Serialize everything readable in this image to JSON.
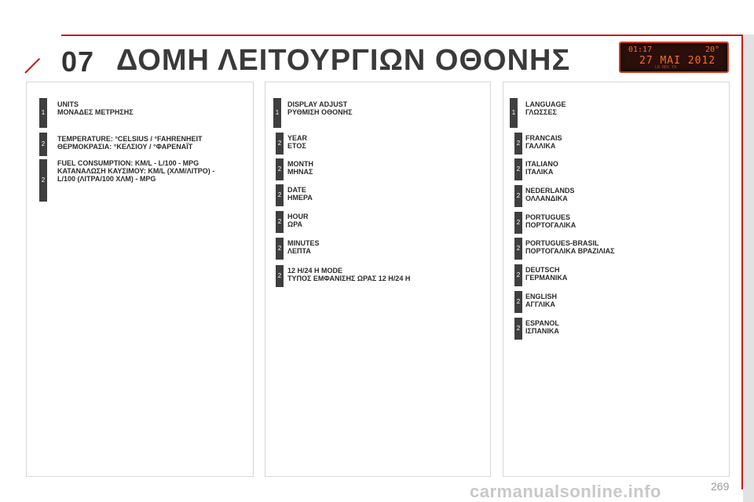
{
  "header": {
    "chapter": "07",
    "title": "ΔΟΜΗ ΛΕΙΤΟΥΡΓΙΩΝ ΟΘΟΝΗΣ",
    "display": {
      "time": "01:17",
      "temp": "20°",
      "date": "27 MAI 2012",
      "small": "LB  RDS TA"
    }
  },
  "panels": [
    {
      "entries": [
        {
          "level": "1",
          "lines": [
            "UNITS",
            "ΜΟΝΑΔΕΣ ΜΕΤΡΗΣΗΣ"
          ]
        },
        {
          "level": "2",
          "lines": [
            "TEMPERATURE: °CELSIUS / °FAHRENHEIT",
            "ΘΕΡΜΟΚΡΑΣΙΑ: °ΚΕΛΣΙΟΥ / °ΦΑΡΕΝΑΪΤ"
          ]
        },
        {
          "level": "2",
          "lines": [
            "FUEL CONSUMPTION: KM/L - L/100 - MPG",
            "ΚΑΤΑΝΑΛΩΣΗ ΚΑΥΣΙΜΟΥ: ΚΜ/L (ΧΛΜ/ΛΙΤΡΟ) -",
            "L/100 (ΛΙΤΡΑ/100 ΧΛΜ) - MPG"
          ]
        }
      ]
    },
    {
      "entries": [
        {
          "level": "1",
          "lines": [
            "DISPLAY ADJUST",
            "ΡΥΘΜΙΣΗ ΟΘΟΝΗΣ"
          ]
        },
        {
          "level": "2",
          "lines": [
            "YEAR",
            "ΕΤΟΣ"
          ]
        },
        {
          "level": "2",
          "lines": [
            "MONTH",
            "ΜΗΝΑΣ"
          ]
        },
        {
          "level": "2",
          "lines": [
            "DATE",
            "ΗΜΕΡΑ"
          ]
        },
        {
          "level": "2",
          "lines": [
            "HOUR",
            "ΩΡΑ"
          ]
        },
        {
          "level": "2",
          "lines": [
            "MINUTES",
            "ΛΕΠΤΑ"
          ]
        },
        {
          "level": "2",
          "lines": [
            "12 H/24 H MODE",
            "ΤΥΠΟΣ ΕΜΦΑΝΙΣΗΣ ΩΡΑΣ 12 Η/24 Η"
          ]
        }
      ]
    },
    {
      "entries": [
        {
          "level": "1",
          "lines": [
            "LANGUAGE",
            "ΓΛΩΣΣΕΣ"
          ]
        },
        {
          "level": "2",
          "lines": [
            "FRANCAIS",
            "ΓΑΛΛΙΚΑ"
          ]
        },
        {
          "level": "2",
          "lines": [
            "ITALIANO",
            "ΙΤΑΛΙΚΑ"
          ]
        },
        {
          "level": "2",
          "lines": [
            "NEDERLANDS",
            "ΟΛΛΑΝΔΙΚΑ"
          ]
        },
        {
          "level": "2",
          "lines": [
            "PORTUGUES",
            "ΠΟΡΤΟΓΑΛΙΚΑ"
          ]
        },
        {
          "level": "2",
          "lines": [
            "PORTUGUES-BRASIL",
            "ΠΟΡΤΟΓΑΛΙΚΑ ΒΡΑΖΙΛΙΑΣ"
          ]
        },
        {
          "level": "2",
          "lines": [
            "DEUTSCH",
            "ΓΕΡΜΑΝΙΚΑ"
          ]
        },
        {
          "level": "2",
          "lines": [
            "ENGLISH",
            "ΑΓΓΛΙΚΑ"
          ]
        },
        {
          "level": "2",
          "lines": [
            "ESPANOL",
            "ΙΣΠΑΝΙΚΑ"
          ]
        }
      ]
    }
  ],
  "footer": {
    "page_number": "269",
    "watermark": "carmanualsonline.info"
  }
}
